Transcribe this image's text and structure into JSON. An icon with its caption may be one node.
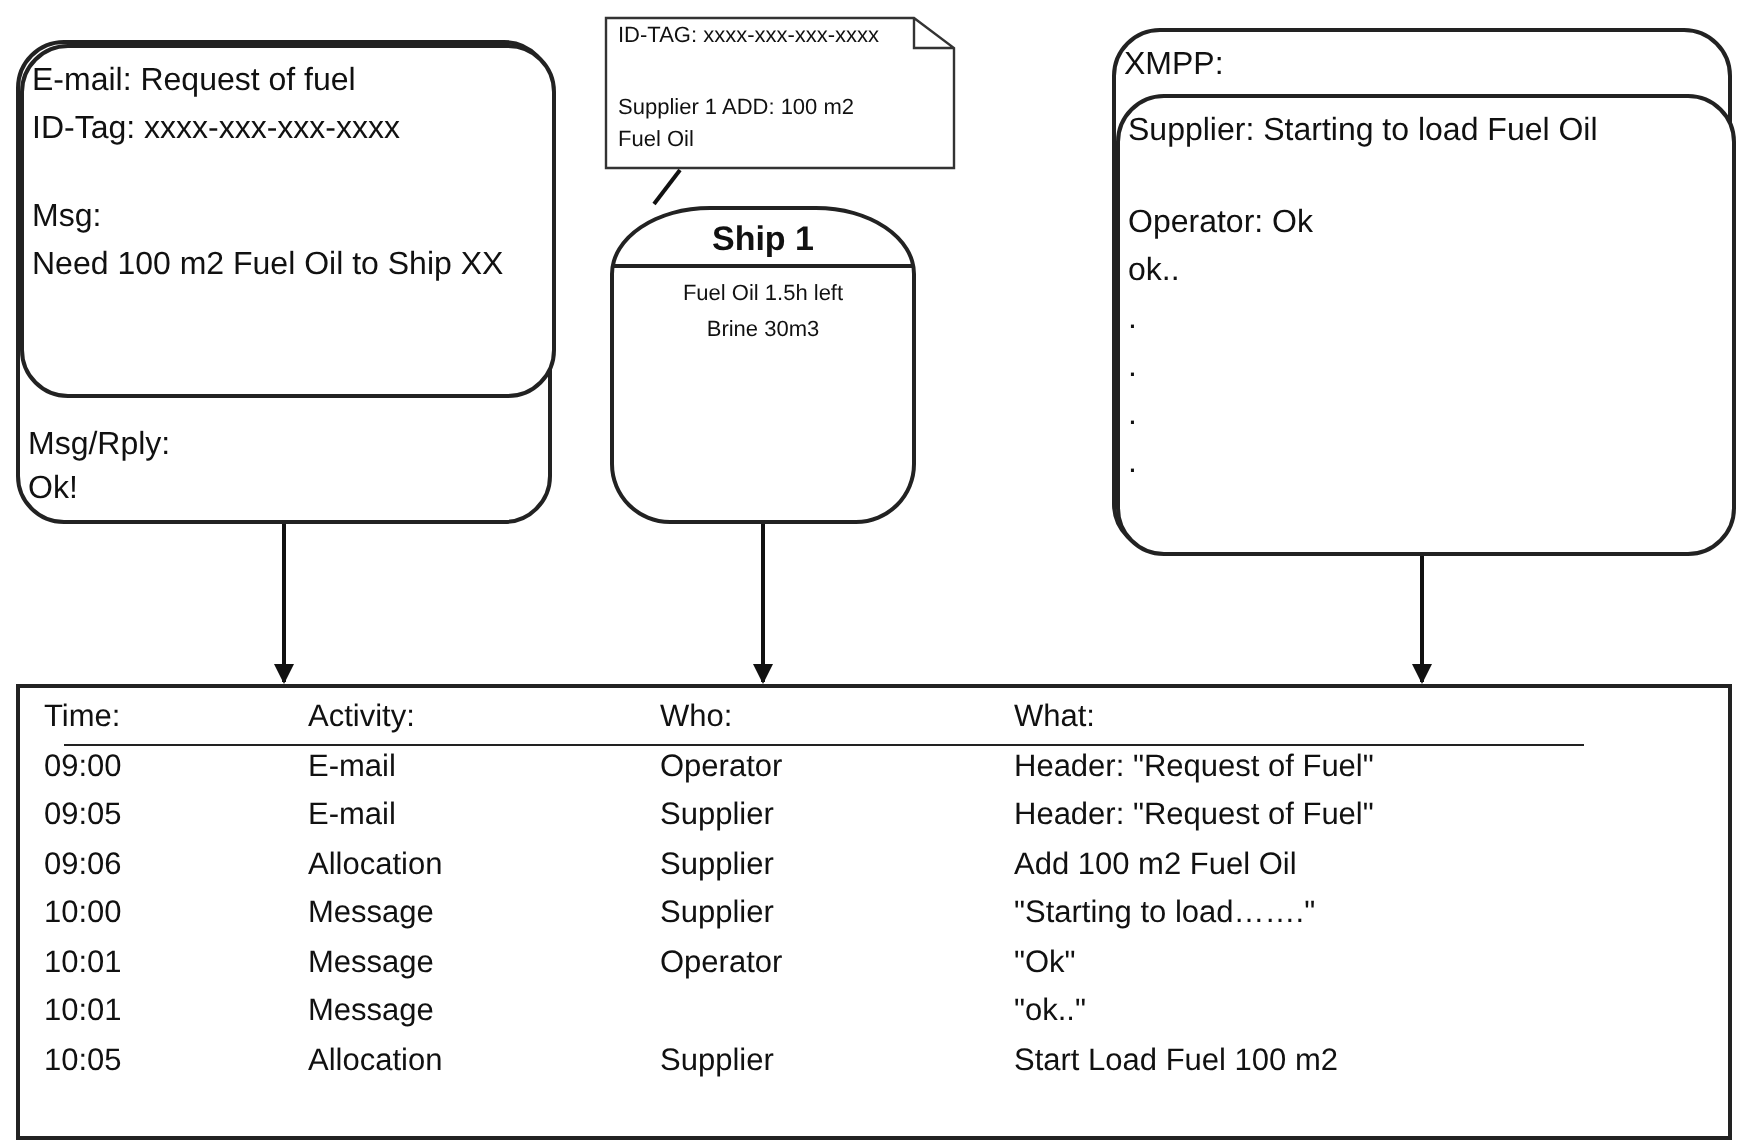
{
  "diagram": {
    "nodes": [
      {
        "text": [
          "Msg/Rply:",
          "Ok!"
        ]
      },
      {
        "text": [
          "E-mail: Request of fuel",
          "ID-Tag: xxxx-xxx-xxx-xxxx",
          "Msg:",
          "Need 100 m2 Fuel Oil to Ship XX"
        ],
        "in": 0
      },
      {
        "text": [
          "ID-TAG: xxxx-xxx-xxx-xxxx",
          "Supplier 1 ADD: 100 m2 Fuel Oil"
        ]
      },
      {
        "text": [
          "Ship 1",
          "Fuel Oil 1.5h left",
          "Brine 30m3"
        ]
      },
      {
        "text": [
          "XMPP:"
        ]
      },
      {
        "text": [
          "Supplier: Starting to load Fuel Oil",
          "Operator: Ok",
          "ok..",
          ".",
          ".",
          ".",
          "."
        ],
        "in": 4
      },
      {
        "text": [
          "Time:",
          "Activity:",
          "Who:",
          "What:",
          "09:00",
          "E-mail",
          "Operator",
          "Header: \"Request of Fuel\"",
          "09:05",
          "E-mail",
          "Supplier",
          "Header: \"Request of Fuel\"",
          "09:06",
          "Allocation",
          "Supplier",
          "Add 100 m2 Fuel Oil",
          "10:00",
          "Message",
          "Supplier",
          "\"Starting to load…….\"",
          "10:01",
          "Message",
          "Operator",
          "\"Ok\"",
          "10:01",
          "Message",
          "\"ok..\"",
          "10:05",
          "Allocation",
          "Supplier",
          "Start Load Fuel 100 m2"
        ]
      }
    ],
    "edges": [
      {
        "from": 2,
        "to": 3,
        "arrow": "none"
      },
      {
        "from": 0,
        "to": 6,
        "arrow": "to"
      },
      {
        "from": 3,
        "to": 6,
        "arrow": "to"
      },
      {
        "from": 4,
        "to": 6,
        "arrow": "to"
      }
    ]
  }
}
